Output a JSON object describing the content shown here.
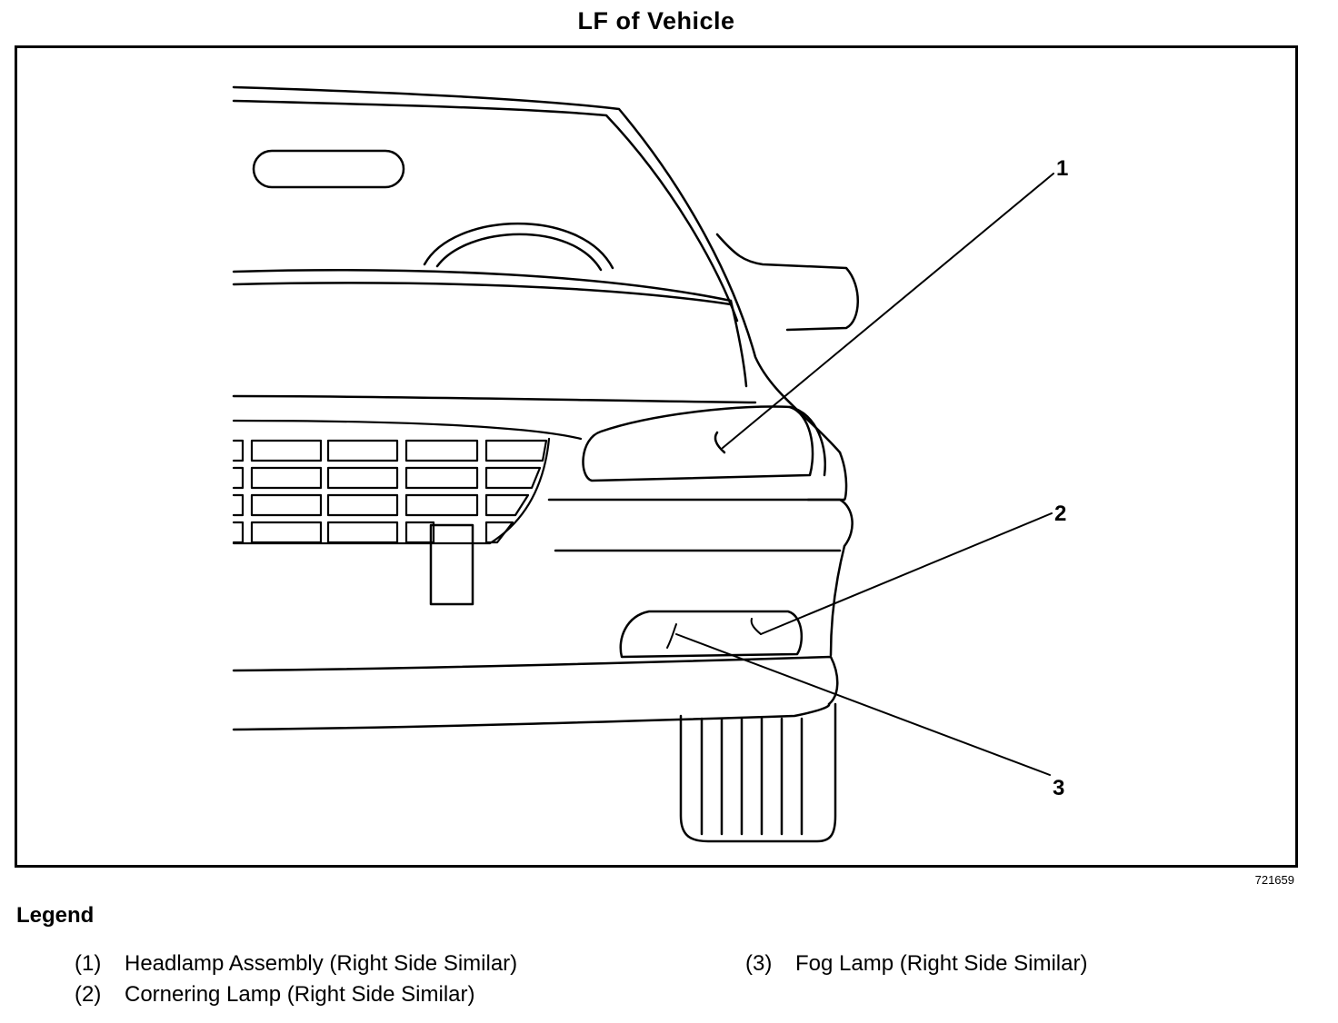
{
  "title": "LF of Vehicle",
  "figure_id": "721659",
  "callouts": [
    "1",
    "2",
    "3"
  ],
  "legend": {
    "heading": "Legend",
    "items": [
      {
        "num": "(1)",
        "text": "Headlamp Assembly (Right Side Similar)"
      },
      {
        "num": "(2)",
        "text": "Cornering Lamp (Right Side Similar)"
      },
      {
        "num": "(3)",
        "text": "Fog Lamp (Right Side Similar)"
      }
    ]
  }
}
